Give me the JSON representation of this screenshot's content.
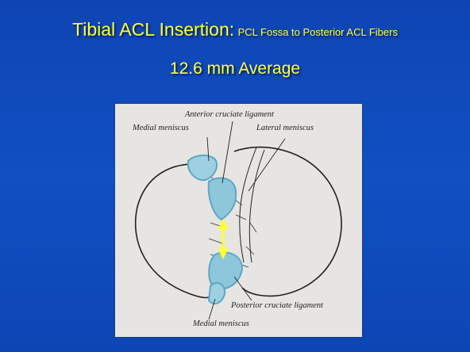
{
  "slide": {
    "title_main": "Tibial ACL Insertion:",
    "title_sub": "PCL Fossa to Posterior ACL Fibers",
    "subtitle": "12.6 mm Average"
  },
  "figure": {
    "labels": {
      "anterior_cruciate": "Anterior cruciate ligament",
      "medial_meniscus_top": "Medial meniscus",
      "lateral_meniscus": "Lateral meniscus",
      "posterior_cruciate": "Posterior cruciate ligament",
      "medial_meniscus_bottom": "Medial meniscus"
    },
    "highlight_color": "#5aa8c8",
    "arrow_color": "#ffff33"
  }
}
